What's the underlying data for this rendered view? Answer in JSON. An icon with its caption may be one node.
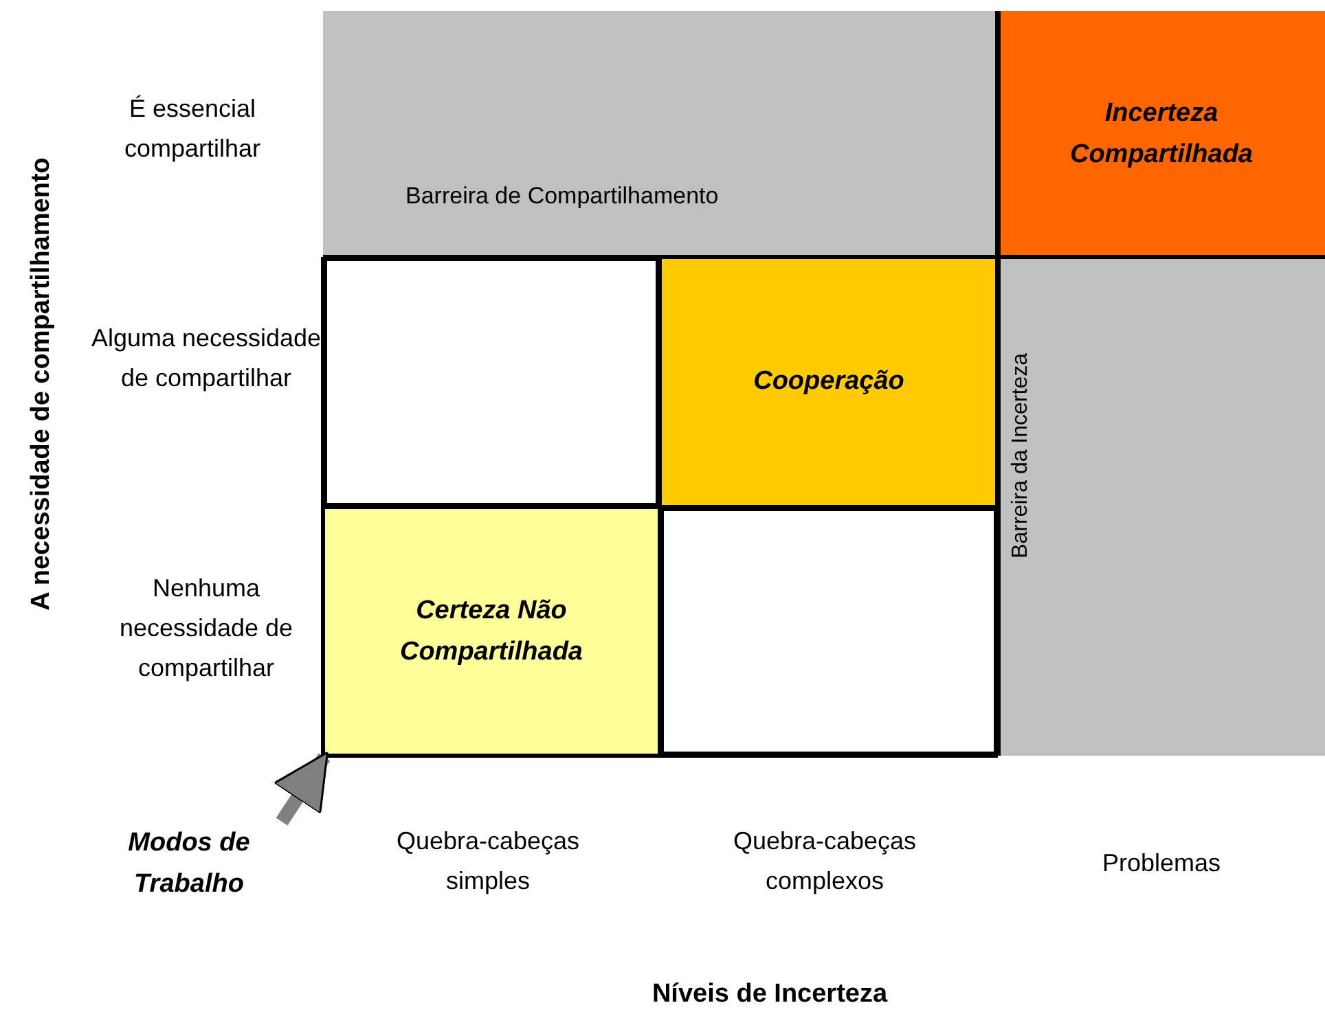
{
  "diagram": {
    "nodes": [
      {
        "text": [
          "Barreira de Compartilhamento"
        ]
      },
      {
        "text": [
          "Incerteza Compartilhada"
        ]
      },
      {
        "text": [],
        "shape": "box"
      },
      {
        "text": [
          "Cooperação"
        ]
      },
      {
        "text": [
          "Barreira da Incerteza"
        ]
      },
      {
        "text": [
          "Certeza Não Compartilhada"
        ]
      },
      {
        "text": [],
        "shape": "box"
      },
      {
        "text": [
          "Modos de Trabalho"
        ]
      }
    ],
    "edges": [
      {
        "from": 7,
        "to": 5,
        "arrow": "to"
      }
    ],
    "labels": [
      "A necessidade de compartilhamento",
      "É essencial compartilhar",
      "Alguma necessidade de compartilhar",
      "Nenhuma necessidade de compartilhar",
      "Quebra-cabeças simples",
      "Quebra-cabeças complexos",
      "Problemas",
      "Níveis de Incerteza"
    ]
  }
}
